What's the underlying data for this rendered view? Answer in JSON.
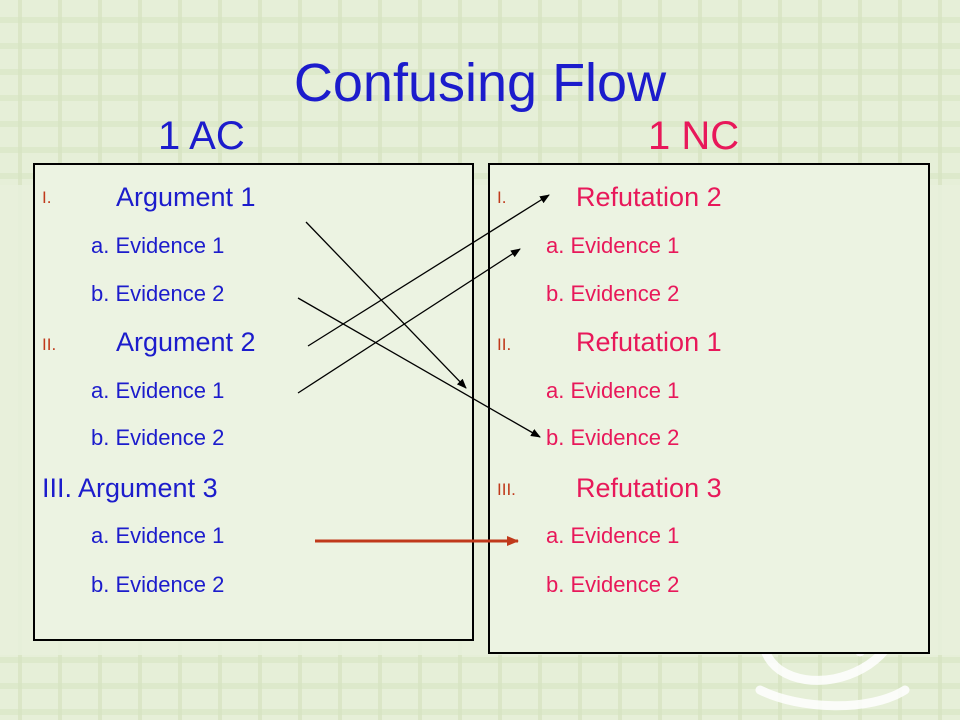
{
  "title": "Confusing Flow",
  "left_column": {
    "heading": "1 AC",
    "items": [
      {
        "numeral": "I.",
        "label": "Argument 1",
        "subs": [
          "a. Evidence 1",
          "b. Evidence 2"
        ]
      },
      {
        "numeral": "II.",
        "label": "Argument 2",
        "subs": [
          "a. Evidence 1",
          "b. Evidence 2"
        ]
      },
      {
        "label": "III. Argument 3",
        "subs": [
          "a. Evidence 1",
          "b. Evidence 2"
        ]
      }
    ]
  },
  "right_column": {
    "heading": "1 NC",
    "items": [
      {
        "numeral": "I.",
        "label": "Refutation 2",
        "subs": [
          "a. Evidence 1",
          "b. Evidence 2"
        ]
      },
      {
        "numeral": "II.",
        "label": "Refutation 1",
        "subs": [
          "a. Evidence 1",
          "b. Evidence 2"
        ]
      },
      {
        "numeral": "III.",
        "label": "Refutation 3",
        "subs": [
          "a. Evidence 1",
          "b. Evidence 2"
        ]
      }
    ]
  },
  "colors": {
    "title": "#1c1ccc",
    "left_text": "#1c1ccc",
    "right_text": "#e8185a",
    "numeral": "#c0391b",
    "highlight_arrow": "#c0391b",
    "background": "#e6efd8"
  },
  "icons": {
    "decoration": "dragon-motif-icon"
  }
}
